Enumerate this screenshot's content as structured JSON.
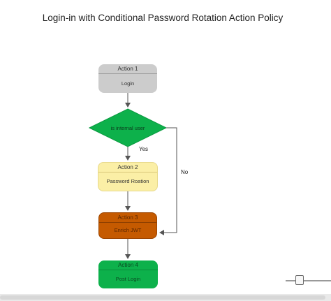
{
  "title": "Login-in with Conditional Password Rotation Action Policy",
  "nodes": {
    "action1": {
      "header": "Action 1",
      "body": "Login"
    },
    "decision": {
      "label": "is internal user"
    },
    "action2": {
      "header": "Action 2",
      "body": "Password Roation"
    },
    "action3": {
      "header": "Action 3",
      "body": "Enrich JWT"
    },
    "action4": {
      "header": "Action 4",
      "body": "Post Login"
    }
  },
  "edges": {
    "yes_label": "Yes",
    "no_label": "No"
  },
  "colors": {
    "action1": "#cccccc",
    "decision": "#0db14b",
    "action2": "#fbefa6",
    "action3": "#c55a00",
    "action4": "#0db14b",
    "connector": "#555555"
  },
  "controls": {
    "zoom_slider": "zoom-slider",
    "scrollbar": "horizontal-scrollbar"
  }
}
